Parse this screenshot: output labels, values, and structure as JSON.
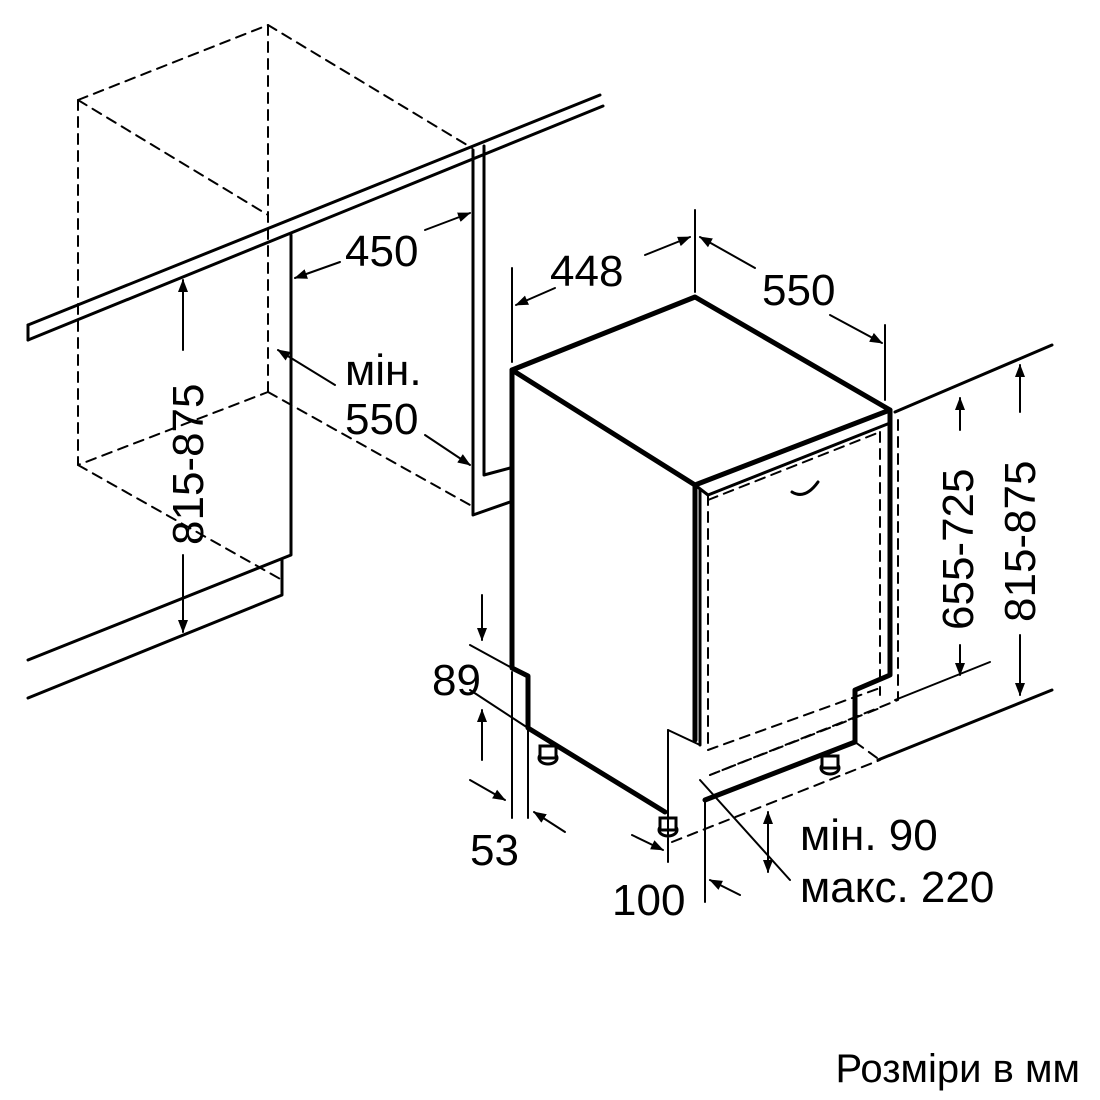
{
  "dimensions": {
    "niche_width": "450",
    "niche_height_left": "815-875",
    "niche_depth_min_word": "мін.",
    "niche_depth_value": "550",
    "appliance_width": "448",
    "appliance_depth": "550",
    "door_height": "655-725",
    "total_height_right": "815-875",
    "plinth_gap": "89",
    "door_thickness": "53",
    "foot_offset": "100",
    "plinth_min": "мін. 90",
    "plinth_max": "макс. 220"
  },
  "caption": "Розміри в мм"
}
